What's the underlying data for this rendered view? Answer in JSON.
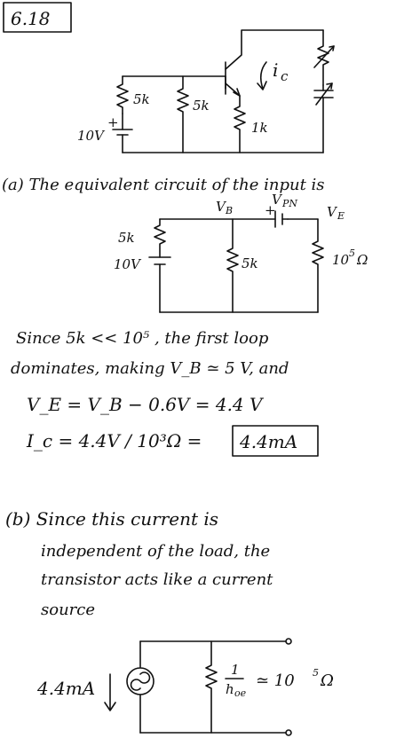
{
  "problem": {
    "number": "6.18"
  },
  "fig1": {
    "r1": "5k",
    "r2": "5k",
    "re": "1k",
    "source": "10V",
    "plus": "+",
    "ic": "i",
    "ic_sub": "c"
  },
  "part_a": {
    "intro": "(a) The equivalent circuit of the input is",
    "fig2": {
      "vb": "V",
      "vb_sub": "B",
      "vpn": "V",
      "vpn_sub": "PN",
      "ve": "V",
      "ve_sub": "E",
      "plus": "+",
      "r1": "5k",
      "r2": "5k",
      "source": "10V",
      "rload": "10",
      "rload_exp": "5",
      "rload_unit": "Ω"
    },
    "line1": "Since  5k << 10⁵ ,  the  first  loop",
    "line2": "dominates,  making   V_B ≃ 5 V,  and",
    "line3": "V_E =  V_B − 0.6V  =  4.4 V",
    "line4": "I_c =  4.4V / 10³Ω   =",
    "answer": "4.4mA"
  },
  "part_b": {
    "line1": "(b)   Since   this  current  is",
    "line2": "independent   of  the  load,  the",
    "line3": "transistor   acts   like  a  current",
    "line4": "source",
    "fig3": {
      "current": "4.4mA",
      "one": "1",
      "hoe": "h",
      "hoe_sub": "oe",
      "approx": "≃ 10",
      "exp": "5",
      "unit": "Ω"
    }
  }
}
